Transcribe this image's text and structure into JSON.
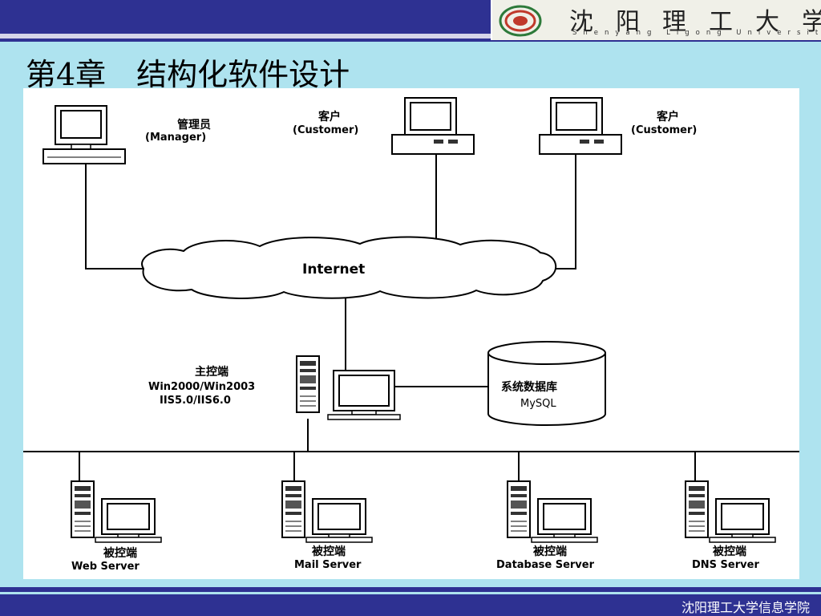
{
  "header": {
    "logo_cn": "沈阳理工大学",
    "logo_en": "Shenyang Ligong University"
  },
  "slide": {
    "title": "第4章　结构化软件设计"
  },
  "diagram": {
    "manager": {
      "label": "管理员",
      "sub": "(Manager)"
    },
    "customer1": {
      "label": "客户",
      "sub": "(Customer)"
    },
    "customer2": {
      "label": "客户",
      "sub": "(Customer)"
    },
    "internet": "Internet",
    "master": {
      "label": "主控端",
      "line2": "Win2000/Win2003",
      "line3": "IIS5.0/IIS6.0"
    },
    "database": {
      "label": "系统数据库",
      "sub": "MySQL"
    },
    "servers": [
      {
        "label": "被控端",
        "sub": "Web Server"
      },
      {
        "label": "被控端",
        "sub": "Mail Server"
      },
      {
        "label": "被控端",
        "sub": "Database Server"
      },
      {
        "label": "被控端",
        "sub": "DNS Server"
      }
    ]
  },
  "footer": {
    "org": "沈阳理工大学信息学院"
  }
}
